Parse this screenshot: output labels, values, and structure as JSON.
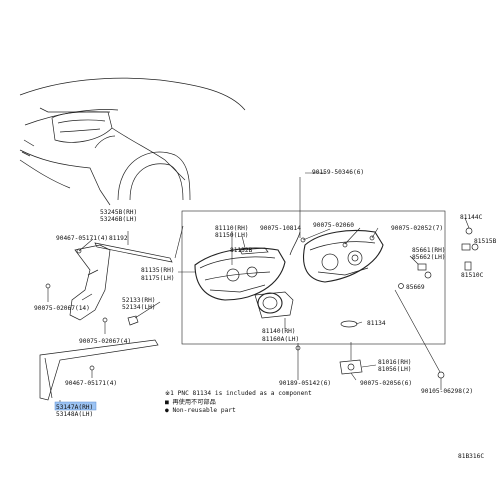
{
  "diagram": {
    "figure_id": "81B316C",
    "labels": {
      "p53245B": "53245B(RH)",
      "p53246B": "53246B(LH)",
      "p90467_4": "90467-05171(4)",
      "p81192": "81192",
      "p90075_14": "90075-02067(14)",
      "p81135": "81135(RH)",
      "p81175": "81175(LH)",
      "p52133": "52133(RH)",
      "p52134": "52134(LH)",
      "p90075_4": "90075-02067(4)",
      "p81110": "81110(RH)",
      "p81150": "81150(LH)",
      "p81132B": "81132B",
      "p90075_10814": "90075-10814",
      "p90075_02060": "90075-02060",
      "p90159": "90159-50346(6)",
      "p90075_02052": "90075-02052(7)",
      "p81144C": "81144C",
      "p81515B": "81515B",
      "p81510C": "81510C",
      "p85661": "85661(RH)",
      "p85662": "85662(LH)",
      "p85669": "85669",
      "p81134": "81134",
      "p81140": "81140(RH)",
      "p81160A": "81160A(LH)",
      "p81016": "81016(RH)",
      "p81056": "81056(LH)",
      "p90075_02056": "90075-02056(6)",
      "p90189": "90189-05142(6)",
      "p90105": "90105-06298(2)",
      "p90467_4b": "90467-05171(4)",
      "p53147A": "53147A(RH)",
      "p53148A": "53148A(LH)"
    },
    "legend": {
      "note1": "※1 PNC 81134 is included as a component",
      "note2": "■ 再使用不可部品",
      "note3": "● Non-reusable part"
    }
  }
}
